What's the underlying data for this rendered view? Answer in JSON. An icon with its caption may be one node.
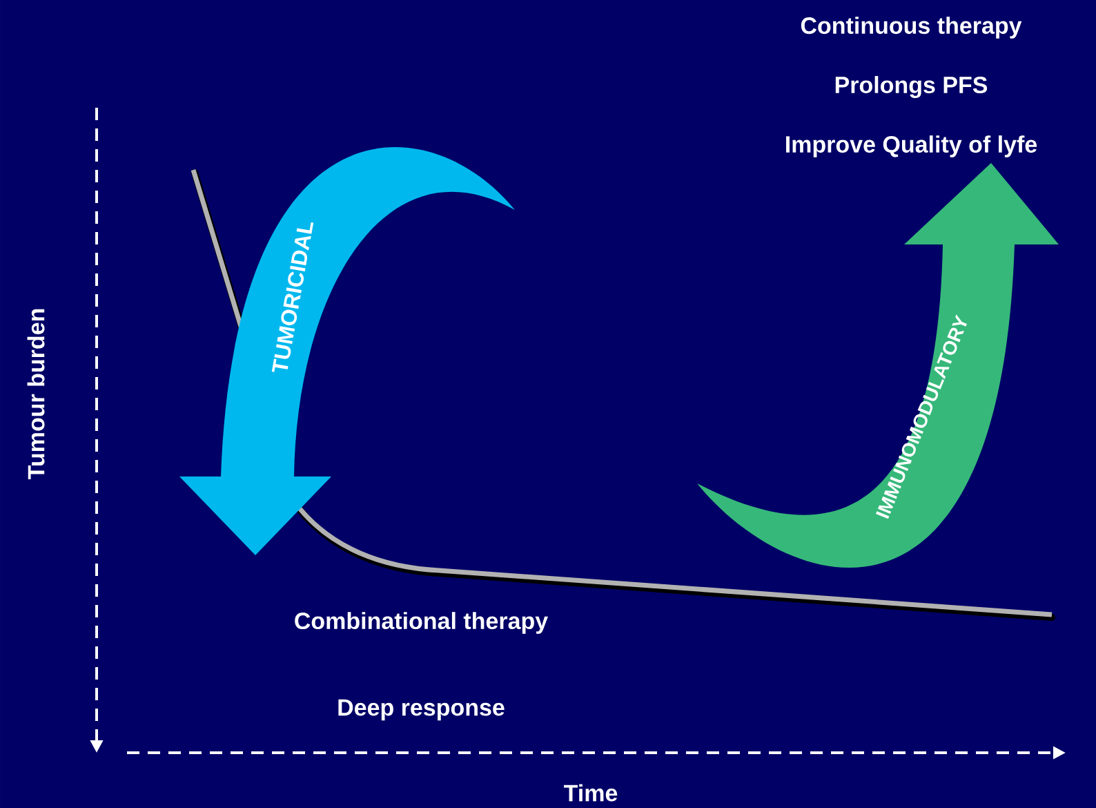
{
  "diagram": {
    "nodes": [
      {
        "text": [
          "TUMORICIDAL"
        ]
      },
      {
        "text": [
          "IMMUNOMODULATORY"
        ]
      }
    ],
    "labels": [
      "Continuous therapy",
      "Prolongs PFS",
      "Improve Quality of lyfe",
      "Tumour burden",
      "Combinational therapy",
      "Deep response",
      "Time"
    ]
  }
}
